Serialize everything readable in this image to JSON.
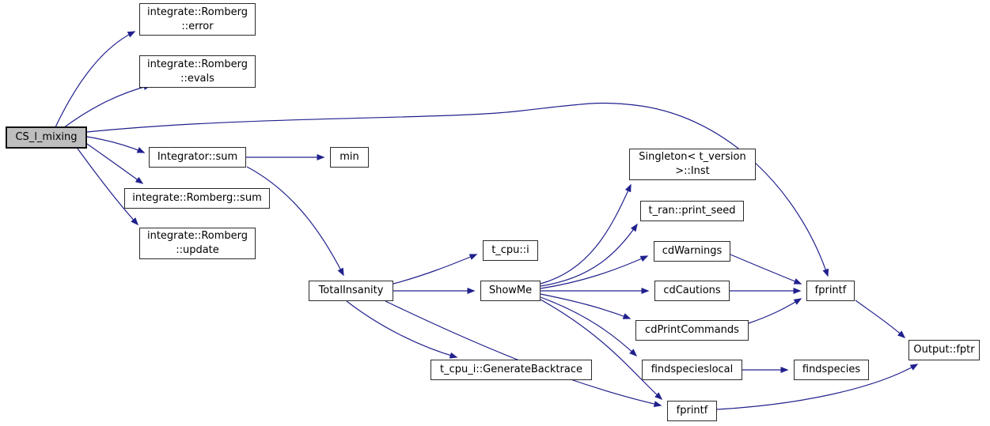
{
  "diagram": {
    "type": "call-graph",
    "background_color": "#ffffff",
    "edge_color": "#20208d",
    "node_fill": "#ffffff",
    "node_border_color": "#2b2b2b",
    "highlight_node_fill": "#bebebe",
    "nodes": [
      {
        "id": "cs-l-mixing",
        "label": "CS_l_mixing",
        "highlighted": true
      },
      {
        "id": "romberg-error",
        "label": "integrate::Romberg\n::error",
        "highlighted": false
      },
      {
        "id": "romberg-evals",
        "label": "integrate::Romberg\n::evals",
        "highlighted": false
      },
      {
        "id": "integrator-sum",
        "label": "Integrator::sum",
        "highlighted": false
      },
      {
        "id": "min",
        "label": "min",
        "highlighted": false
      },
      {
        "id": "romberg-sum",
        "label": "integrate::Romberg::sum",
        "highlighted": false
      },
      {
        "id": "romberg-update",
        "label": "integrate::Romberg\n::update",
        "highlighted": false
      },
      {
        "id": "total-insanity",
        "label": "TotalInsanity",
        "highlighted": false
      },
      {
        "id": "t-cpu-i",
        "label": "t_cpu::i",
        "highlighted": false
      },
      {
        "id": "showme",
        "label": "ShowMe",
        "highlighted": false
      },
      {
        "id": "generate-backtrace",
        "label": "t_cpu_i::GenerateBacktrace",
        "highlighted": false
      },
      {
        "id": "singleton-inst",
        "label": "Singleton< t_version\n>::Inst",
        "highlighted": false
      },
      {
        "id": "print-seed",
        "label": "t_ran::print_seed",
        "highlighted": false
      },
      {
        "id": "cdwarnings",
        "label": "cdWarnings",
        "highlighted": false
      },
      {
        "id": "cdcautions",
        "label": "cdCautions",
        "highlighted": false
      },
      {
        "id": "cdprintcommands",
        "label": "cdPrintCommands",
        "highlighted": false
      },
      {
        "id": "findspecieslocal",
        "label": "findspecieslocal",
        "highlighted": false
      },
      {
        "id": "findspecies",
        "label": "findspecies",
        "highlighted": false
      },
      {
        "id": "fprintf-main",
        "label": "fprintf",
        "highlighted": false
      },
      {
        "id": "output-fptr",
        "label": "Output::fptr",
        "highlighted": false
      },
      {
        "id": "fprintf-bottom",
        "label": "fprintf",
        "highlighted": false
      }
    ],
    "edges": [
      {
        "from": "cs-l-mixing",
        "to": "romberg-error"
      },
      {
        "from": "cs-l-mixing",
        "to": "romberg-evals"
      },
      {
        "from": "cs-l-mixing",
        "to": "fprintf-main"
      },
      {
        "from": "cs-l-mixing",
        "to": "integrator-sum"
      },
      {
        "from": "cs-l-mixing",
        "to": "romberg-sum"
      },
      {
        "from": "cs-l-mixing",
        "to": "romberg-update"
      },
      {
        "from": "integrator-sum",
        "to": "min"
      },
      {
        "from": "integrator-sum",
        "to": "total-insanity"
      },
      {
        "from": "total-insanity",
        "to": "t-cpu-i"
      },
      {
        "from": "total-insanity",
        "to": "showme"
      },
      {
        "from": "total-insanity",
        "to": "generate-backtrace"
      },
      {
        "from": "total-insanity",
        "to": "fprintf-bottom"
      },
      {
        "from": "showme",
        "to": "singleton-inst"
      },
      {
        "from": "showme",
        "to": "print-seed"
      },
      {
        "from": "showme",
        "to": "cdwarnings"
      },
      {
        "from": "showme",
        "to": "cdcautions"
      },
      {
        "from": "showme",
        "to": "cdprintcommands"
      },
      {
        "from": "showme",
        "to": "findspecieslocal"
      },
      {
        "from": "showme",
        "to": "fprintf-bottom"
      },
      {
        "from": "cdwarnings",
        "to": "fprintf-main"
      },
      {
        "from": "cdcautions",
        "to": "fprintf-main"
      },
      {
        "from": "cdprintcommands",
        "to": "fprintf-main"
      },
      {
        "from": "findspecieslocal",
        "to": "findspecies"
      },
      {
        "from": "fprintf-main",
        "to": "output-fptr"
      },
      {
        "from": "fprintf-bottom",
        "to": "output-fptr"
      }
    ]
  }
}
